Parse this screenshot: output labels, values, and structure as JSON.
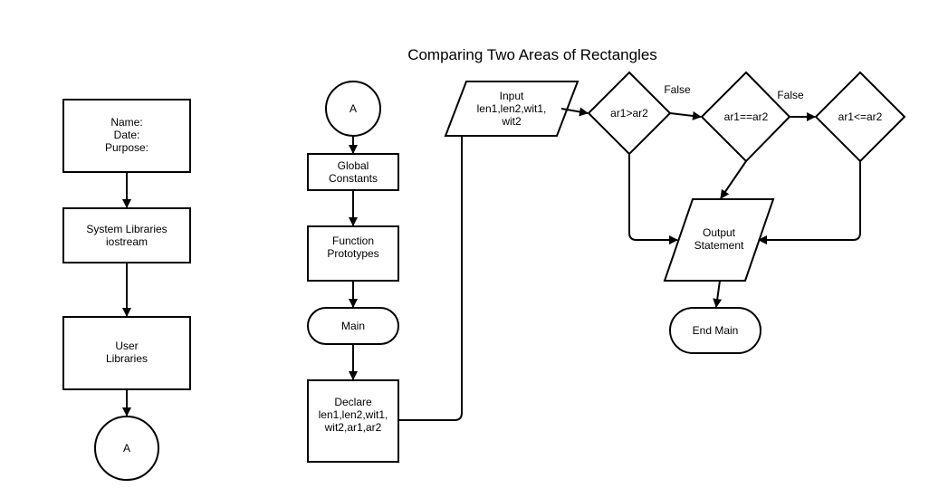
{
  "title": "Comparing Two Areas of Rectangles",
  "nodes": {
    "header": [
      "Name:",
      "Date:",
      "Purpose:"
    ],
    "system_libraries": [
      "System Libraries",
      "iostream"
    ],
    "user_libraries": [
      "User",
      "Libraries"
    ],
    "connector_left": "A",
    "connector_top": "A",
    "global_constants": [
      "Global",
      "Constants"
    ],
    "function_prototypes": [
      "Function",
      "Prototypes"
    ],
    "main": "Main",
    "declare": [
      "Declare",
      "len1,len2,wit1,",
      "wit2,ar1,ar2"
    ],
    "input": [
      "Input",
      "len1,len2,wit1,",
      "wit2"
    ],
    "decision1": "ar1>ar2",
    "decision2": "ar1==ar2",
    "decision3": "ar1<=ar2",
    "output": [
      "Output",
      "Statement"
    ],
    "end_main": "End Main"
  },
  "edge_labels": {
    "false_1": "False",
    "false_2": "False"
  }
}
